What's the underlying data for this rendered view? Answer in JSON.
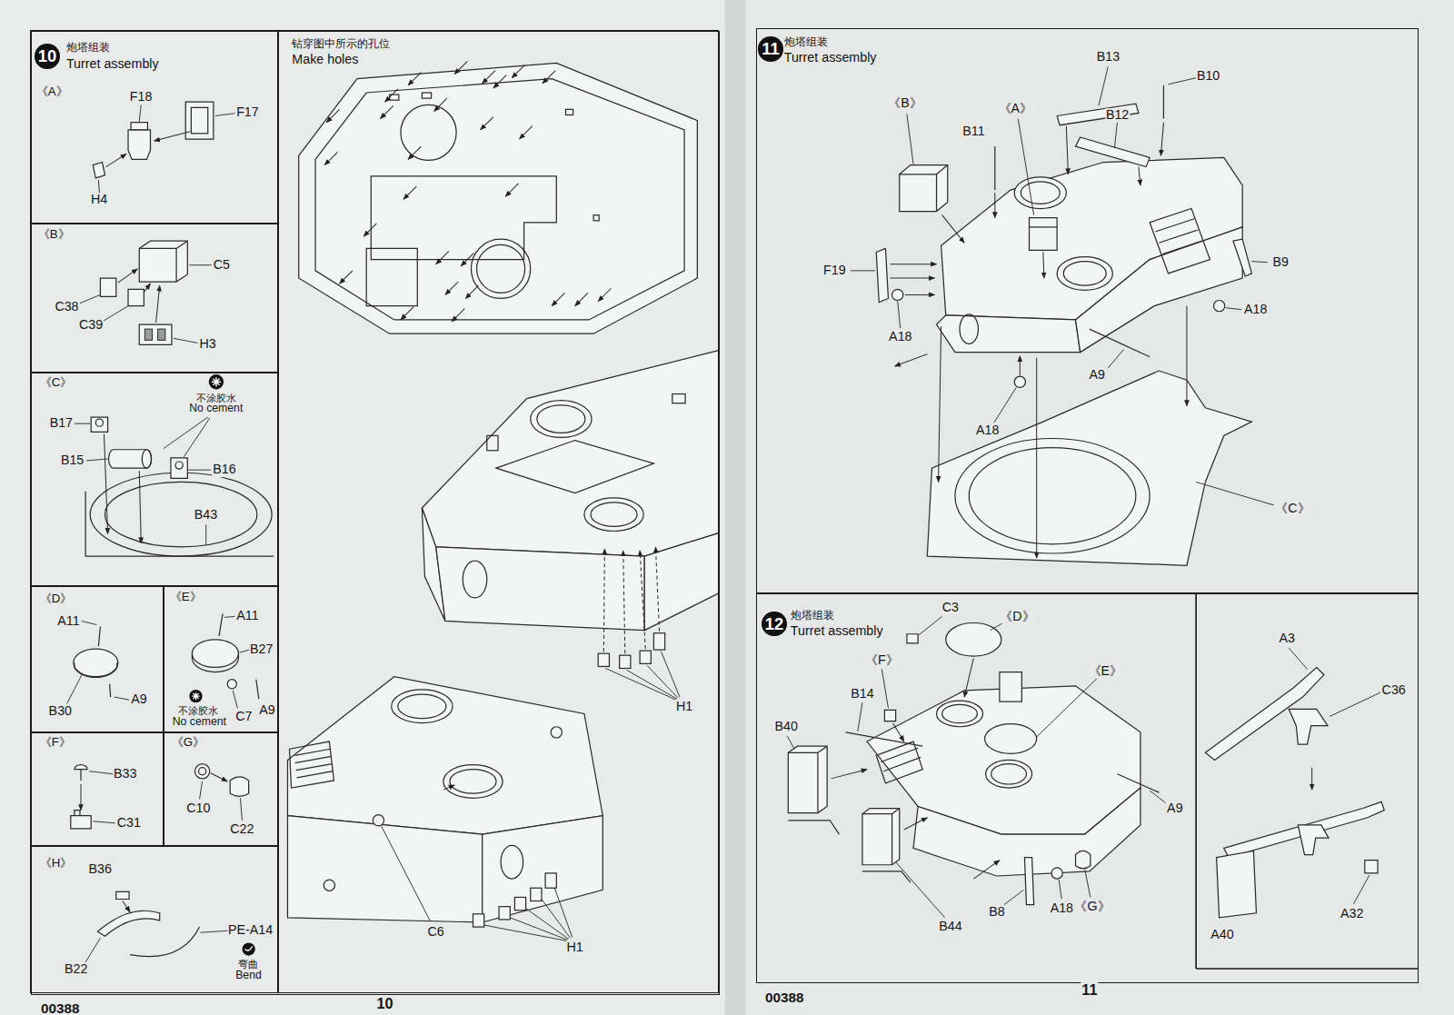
{
  "diagram": {
    "nodes": [
      {
        "text": [
          "10",
          "炮塔组装",
          "Turret assembly"
        ]
      },
      {
        "text": [
          "《A》"
        ],
        "in": 0
      },
      {
        "text": [
          "《B》"
        ],
        "in": 0
      },
      {
        "text": [
          "《C》"
        ],
        "in": 0
      },
      {
        "text": [
          "《D》"
        ],
        "in": 0
      },
      {
        "text": [
          "《E》"
        ],
        "in": 0
      },
      {
        "text": [
          "《F》"
        ],
        "in": 0
      },
      {
        "text": [
          "《G》"
        ],
        "in": 0
      },
      {
        "text": [
          "《H》"
        ],
        "in": 0
      },
      {
        "text": [
          "钻穿图中所示的孔位",
          "Make holes"
        ],
        "in": 0
      },
      {
        "text": [
          "11",
          "炮塔组装",
          "Turret assembly"
        ]
      },
      {
        "text": [
          "12",
          "炮塔组装",
          "Turret assembly"
        ]
      }
    ],
    "labels": [
      "F18",
      "F17",
      "H4",
      "C5",
      "C38",
      "C39",
      "H3",
      "不涂胶水",
      "No cement",
      "B17",
      "B15",
      "B16",
      "B43",
      "A11",
      "B30",
      "A9",
      "A11",
      "B27",
      "不涂胶水",
      "No cement",
      "C7",
      "A9",
      "B33",
      "C31",
      "C10",
      "C22",
      "B36",
      "PE-A14",
      "B22",
      "弯曲",
      "Bend",
      "H1",
      "C6",
      "H1",
      "00388",
      "10",
      "B13",
      "B10",
      "《B》",
      "《A》",
      "B12",
      "B11",
      "B9",
      "F19",
      "A18",
      "A18",
      "A9",
      "A18",
      "《C》",
      "C3",
      "《D》",
      "《F》",
      "《E》",
      "B14",
      "B40",
      "A9",
      "B8",
      "A18",
      "《G》",
      "B44",
      "A3",
      "C36",
      "A40",
      "A32",
      "00388",
      "11"
    ]
  }
}
